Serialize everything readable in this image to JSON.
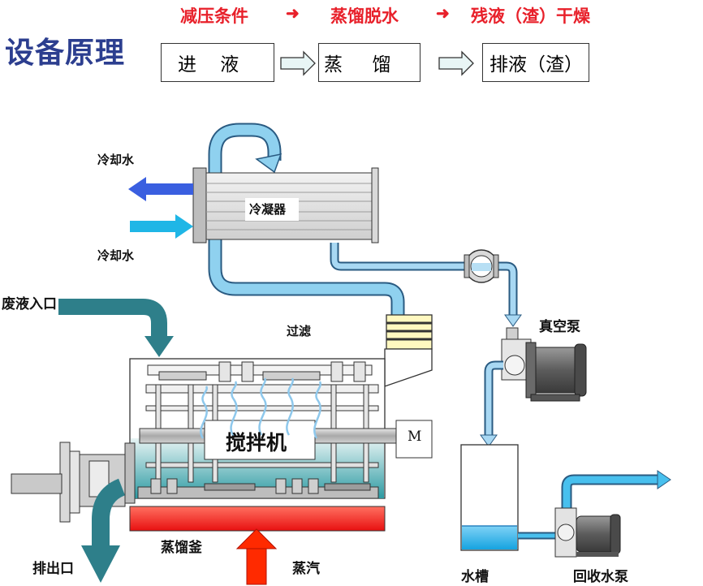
{
  "header": {
    "title": "设备原理",
    "conditions": [
      "减压条件",
      "蒸馏脱水",
      "残液（渣）干燥"
    ],
    "flow_boxes": [
      "进    液",
      "蒸     馏",
      "排液（渣）"
    ]
  },
  "labels": {
    "cooling_water_out": "冷却水",
    "cooling_water_in": "冷却水",
    "condenser": "冷凝器",
    "waste_inlet": "废液入口",
    "filter": "过滤",
    "vacuum_pump": "真空泵",
    "motor": "M",
    "agitator": "搅拌机",
    "still": "蒸馏釜",
    "steam": "蒸汽",
    "discharge": "排出口",
    "water_tank": "水槽",
    "recovery_pump": "回收水泵"
  },
  "colors": {
    "title": "#2c3e8f",
    "condition_text": "#e8202a",
    "pipe_light": "#8ec8ec",
    "pipe_cyan": "#1fb6e6",
    "pipe_teal": "#2e7f8a",
    "heater_red": "#e81010",
    "steam_red": "#ff2a00",
    "water_blue": "#3fb4ec"
  }
}
